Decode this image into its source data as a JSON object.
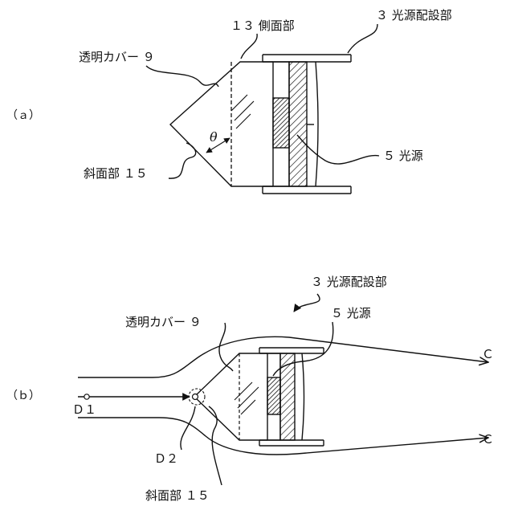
{
  "figure_a": {
    "panel_label": "（ａ）",
    "labels": {
      "side_portion": "１３ 側面部",
      "light_source_mount": "３ 光源配設部",
      "transparent_cover": "透明カバー ９",
      "light_source": "５ 光源",
      "slope_portion": "斜面部 １５",
      "angle": "θ"
    }
  },
  "figure_b": {
    "panel_label": "（ｂ）",
    "labels": {
      "light_source_mount": "３ 光源配設部",
      "light_source": "５ 光源",
      "transparent_cover": "透明カバー ９",
      "point_d1": "Ｄ１",
      "point_d2": "Ｄ２",
      "slope_portion": "斜面部 １５",
      "flow_upper": "Ｃ",
      "flow_lower": "Ｃ"
    }
  },
  "colors": {
    "ink": "#111111",
    "paper": "#ffffff"
  }
}
